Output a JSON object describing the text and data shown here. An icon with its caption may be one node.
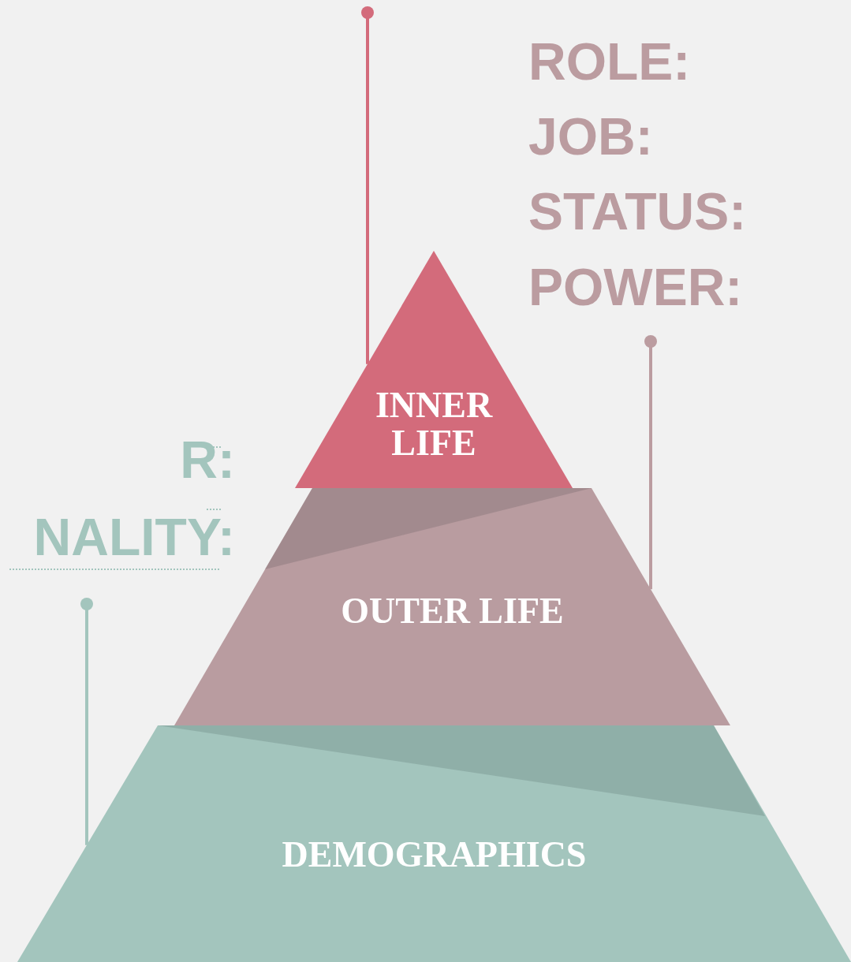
{
  "diagram": {
    "nodes": [
      {
        "text": [
          "INNER LIFE"
        ]
      },
      {
        "text": [
          "OUTER LIFE"
        ]
      },
      {
        "text": [
          "DEMOGRAPHICS"
        ]
      }
    ],
    "edges": [
      {
        "from": null,
        "to": 0,
        "arrow": "other",
        "color": "#d36b7b"
      },
      {
        "from": null,
        "to": 1,
        "arrow": "other",
        "color": "#bb9ca0"
      },
      {
        "from": null,
        "to": 2,
        "arrow": "other",
        "color": "#a3c5bd"
      }
    ],
    "labels": [
      "ROLE:",
      "JOB:",
      "STATUS:",
      "POWER:",
      "R:",
      "NALITY:"
    ]
  }
}
